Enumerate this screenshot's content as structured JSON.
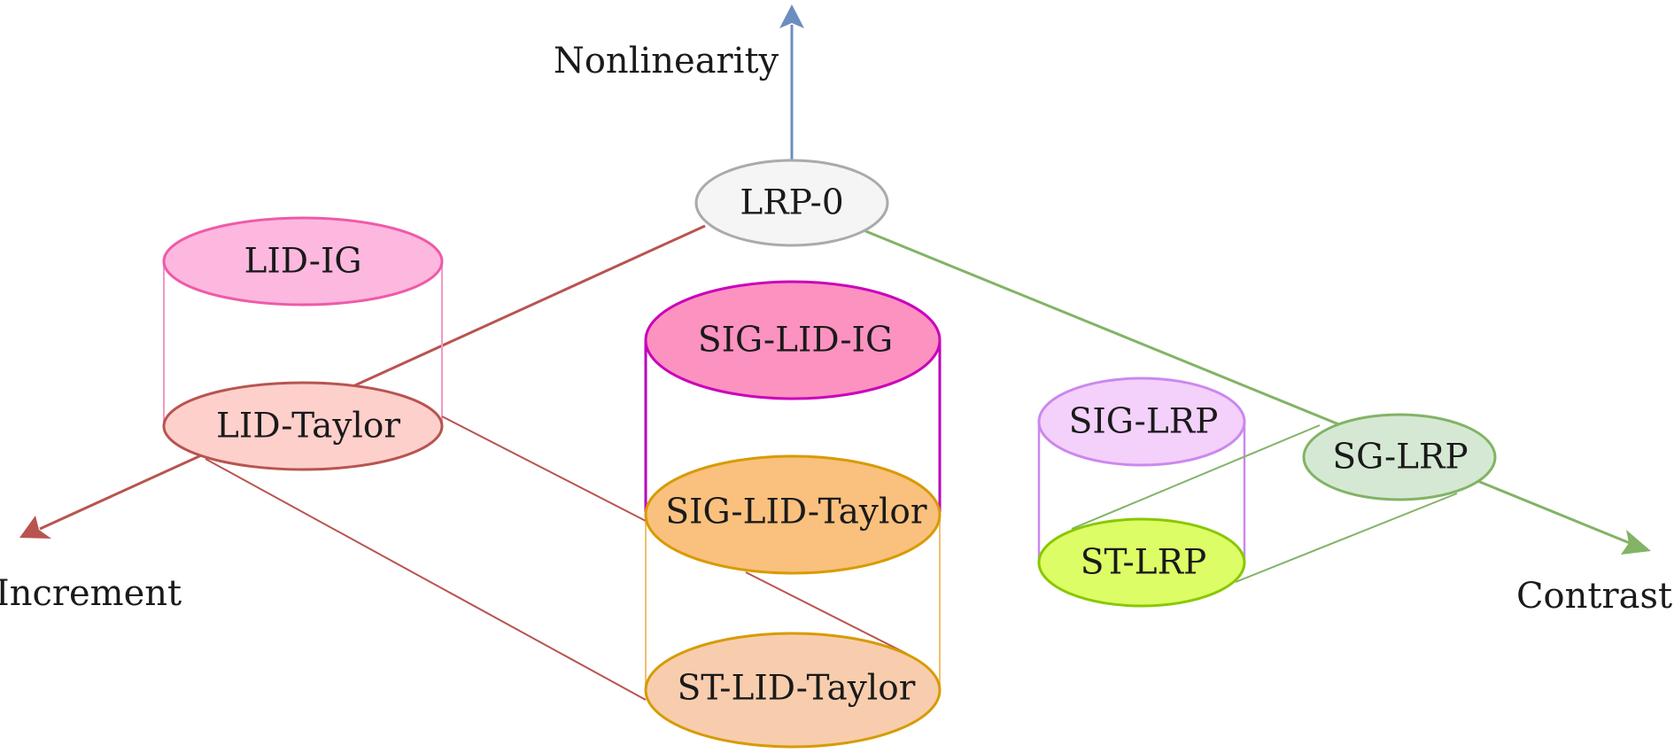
{
  "axes": {
    "vertical": {
      "label": "Nonlinearity",
      "color": "#6c8ebf"
    },
    "left": {
      "label": "Increment",
      "color": "#b85450"
    },
    "right": {
      "label": "Contrast",
      "color": "#82b366"
    }
  },
  "nodes": {
    "lrp0": {
      "label": "LRP-0",
      "fill": "#f5f5f5",
      "stroke": "#aaaaaa"
    },
    "lid_ig": {
      "label": "LID-IG",
      "fill": "#fdb8df",
      "stroke": "#ef5aa8"
    },
    "lid_taylor": {
      "label": "LID-Taylor",
      "fill": "#fdd0cc",
      "stroke": "#b85450"
    },
    "sig_lid_ig": {
      "label": "SIG-LID-IG",
      "fill": "#fc92c0",
      "stroke": "#cc00bb"
    },
    "sig_lid_taylor": {
      "label": "SIG-LID-Taylor",
      "fill": "#fac07e",
      "stroke": "#d79b00"
    },
    "st_lid_taylor": {
      "label": "ST-LID-Taylor",
      "fill": "#f8cdae",
      "stroke": "#d79b00"
    },
    "sig_lrp": {
      "label": "SIG-LRP",
      "fill": "#f3d1fb",
      "stroke": "#cc88ee"
    },
    "st_lrp": {
      "label": "ST-LRP",
      "fill": "#ddfd66",
      "stroke": "#88c800"
    },
    "sg_lrp": {
      "label": "SG-LRP",
      "fill": "#d5e8d4",
      "stroke": "#82b366"
    }
  }
}
